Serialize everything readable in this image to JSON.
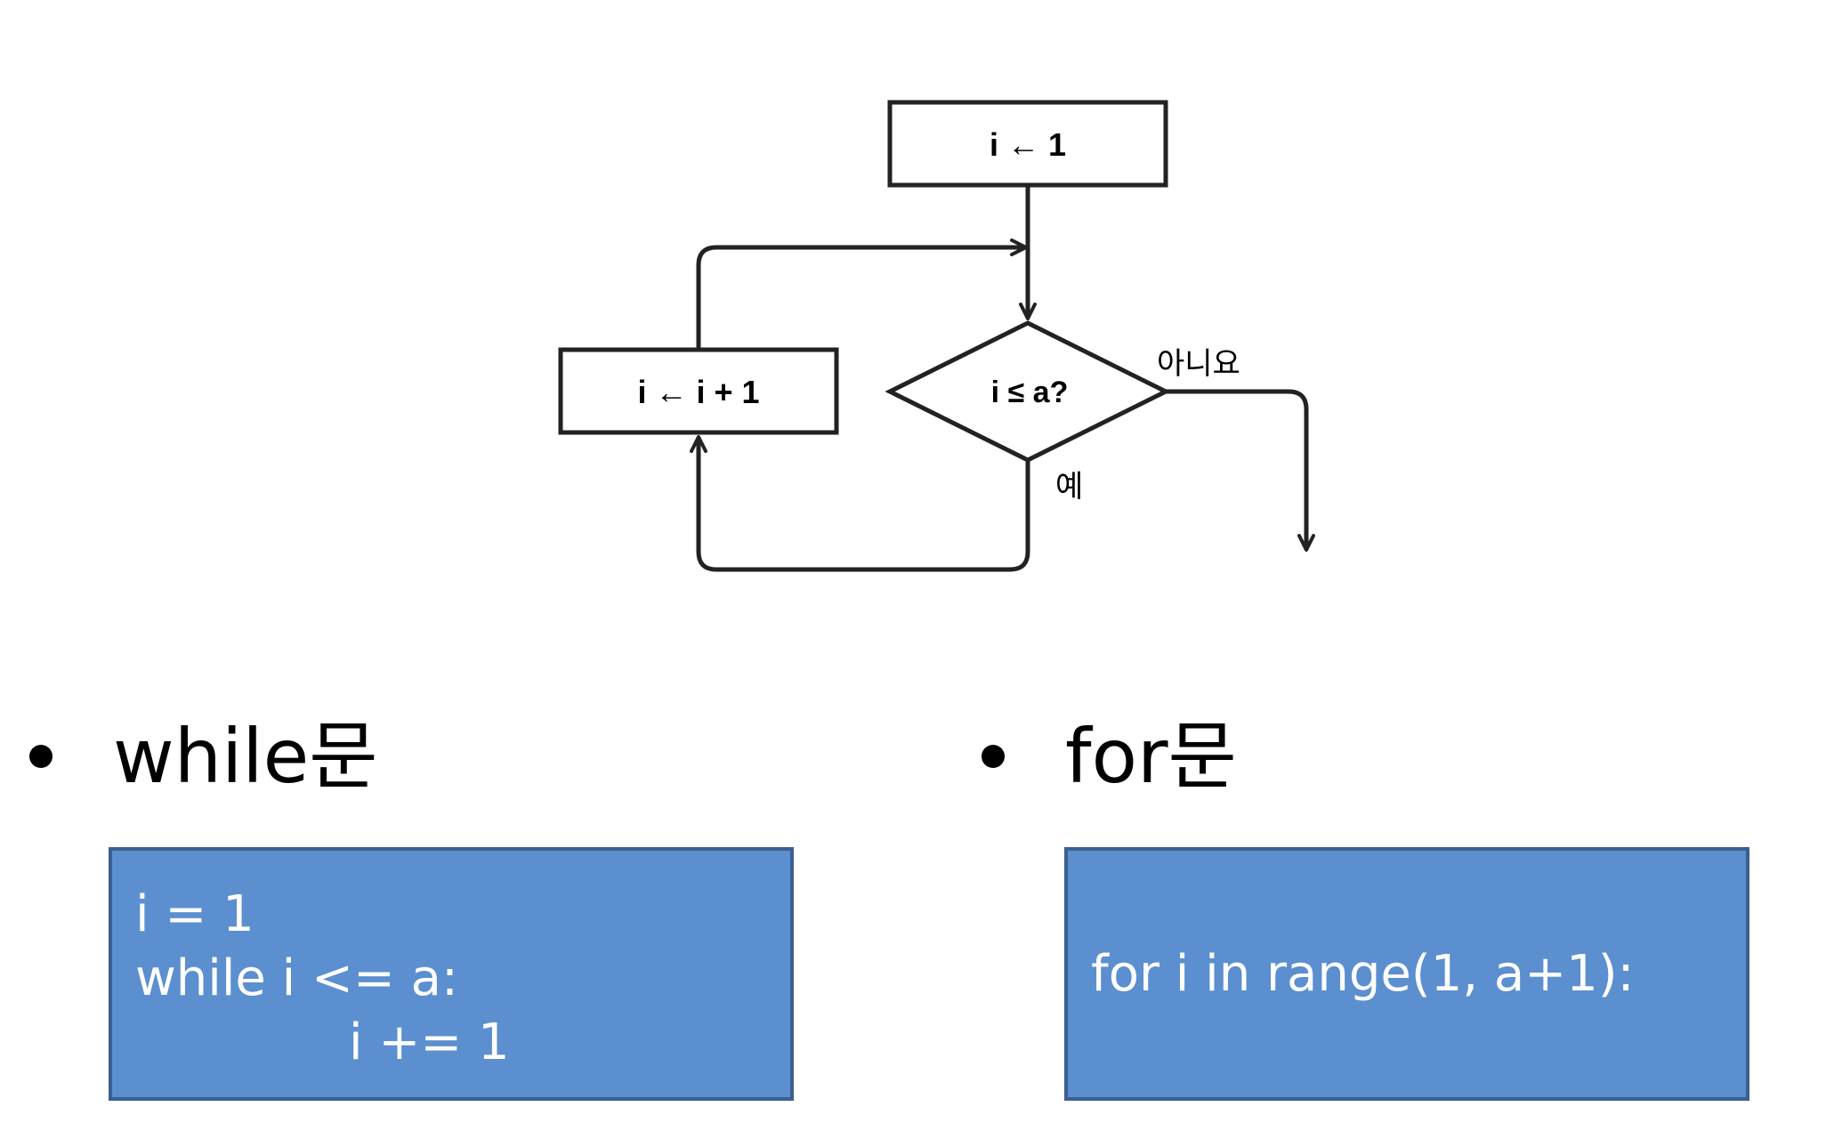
{
  "flowchart": {
    "init_box": "i ← 1",
    "increment_box": "i ← i + 1",
    "condition": "i ≤ a?",
    "no_label": "아니요",
    "yes_label": "예",
    "colors": {
      "stroke": "#222222",
      "text": "#000000"
    }
  },
  "bullets": {
    "while_title": "while문",
    "for_title": "for문"
  },
  "code": {
    "while_lines": [
      "i = 1",
      "while i <= a:",
      "i += 1"
    ],
    "for_line": "for i in range(1, a+1):"
  },
  "colors": {
    "code_box_fill": "#5b8fcf",
    "code_box_border": "#3b5f8f",
    "code_text": "#ffffff"
  }
}
